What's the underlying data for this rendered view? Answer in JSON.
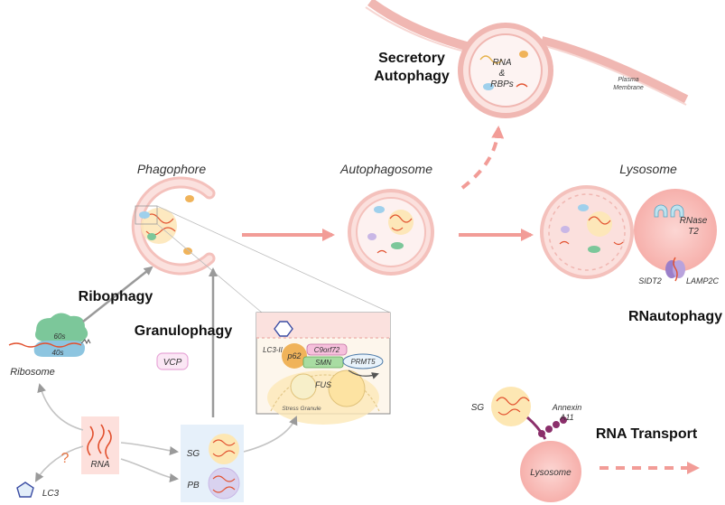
{
  "labels": {
    "secretory_autophagy": [
      "Secretory",
      "Autophagy"
    ],
    "rna_rbps": [
      "RNA",
      "&",
      "RBPs"
    ],
    "plasma_membrane": [
      "Plasma",
      "Membrane"
    ],
    "phagophore": "Phagophore",
    "autophagosome": "Autophagosome",
    "lysosome_stage": "Lysosome",
    "ribophagy": "Ribophagy",
    "granulophagy": "Granulophagy",
    "rnautophagy": "RNautophagy",
    "rna_transport": "RNA Transport",
    "rnase_t2": [
      "RNase",
      "T2"
    ],
    "sidt2": "SIDT2",
    "lamp2c": "LAMP2C",
    "ribosome_60s": "60s",
    "ribosome_40s": "40s",
    "ribosome": "Ribosome",
    "vcp": "VCP",
    "rna": "RNA",
    "question_mark": "?",
    "lc3": "LC3",
    "sg": "SG",
    "pb": "PB",
    "lc3_ii": "LC3-II",
    "p62": "p62",
    "c9orf72": "C9orf72",
    "smn": "SMN",
    "prmt5": "PRMT5",
    "fus": "FUS",
    "stress_granule": "Stress Granule",
    "sg_transport": "SG",
    "annexin_a11": [
      "Annexin",
      "A11"
    ],
    "lysosome_transport": "Lysosome"
  },
  "colors": {
    "membrane_fill": "#f7d2cf",
    "membrane_stroke": "#e9a5a0",
    "lumen": "#fdf1f0",
    "lysosome": "#f28b88",
    "flow_arrow": "#f29c97",
    "grey_arrow": "#9a9a9a",
    "rna": "#e2512f",
    "sg_fill": "#fbe7b5",
    "pb_fill": "#dcd6f0",
    "annexin": "#8b2f6b",
    "ribosome_60s": "#7cc79a",
    "ribosome_40s": "#8dc5e0",
    "rna_box": "#fde0dc",
    "granule_box": "#e3eef9"
  }
}
